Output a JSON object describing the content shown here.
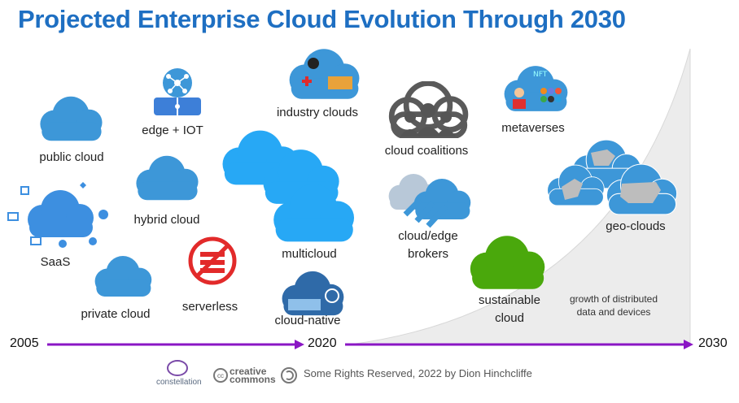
{
  "title": "Projected Enterprise Cloud Evolution Through 2030",
  "items": {
    "public_cloud": "public cloud",
    "edge_iot": "edge + IOT",
    "industry_clouds": "industry clouds",
    "cloud_coalitions": "cloud coalitions",
    "metaverses": "metaverses",
    "saas": "SaaS",
    "hybrid_cloud": "hybrid cloud",
    "multicloud": "multicloud",
    "cloud_edge_brokers_1": "cloud/edge",
    "cloud_edge_brokers_2": "brokers",
    "geo_clouds": "geo-clouds",
    "private_cloud": "private cloud",
    "serverless": "serverless",
    "cloud_native": "cloud-native",
    "sustainable_1": "sustainable",
    "sustainable_2": "cloud",
    "growth_1": "growth of distributed",
    "growth_2": "data and devices",
    "nft": "NFT"
  },
  "timeline": {
    "start": "2005",
    "mid": "2020",
    "end": "2030"
  },
  "footer": {
    "logo_text": "constellation",
    "cc_line1": "creative",
    "cc_line2": "commons",
    "rights": "Some Rights Reserved, 2022 by Dion Hinchcliffe"
  },
  "colors": {
    "title": "#1e6fc2",
    "cloud": "#3d97d8",
    "bright_cloud": "#27a8f5",
    "green": "#4aa80c",
    "timeline": "#8a16c4"
  }
}
